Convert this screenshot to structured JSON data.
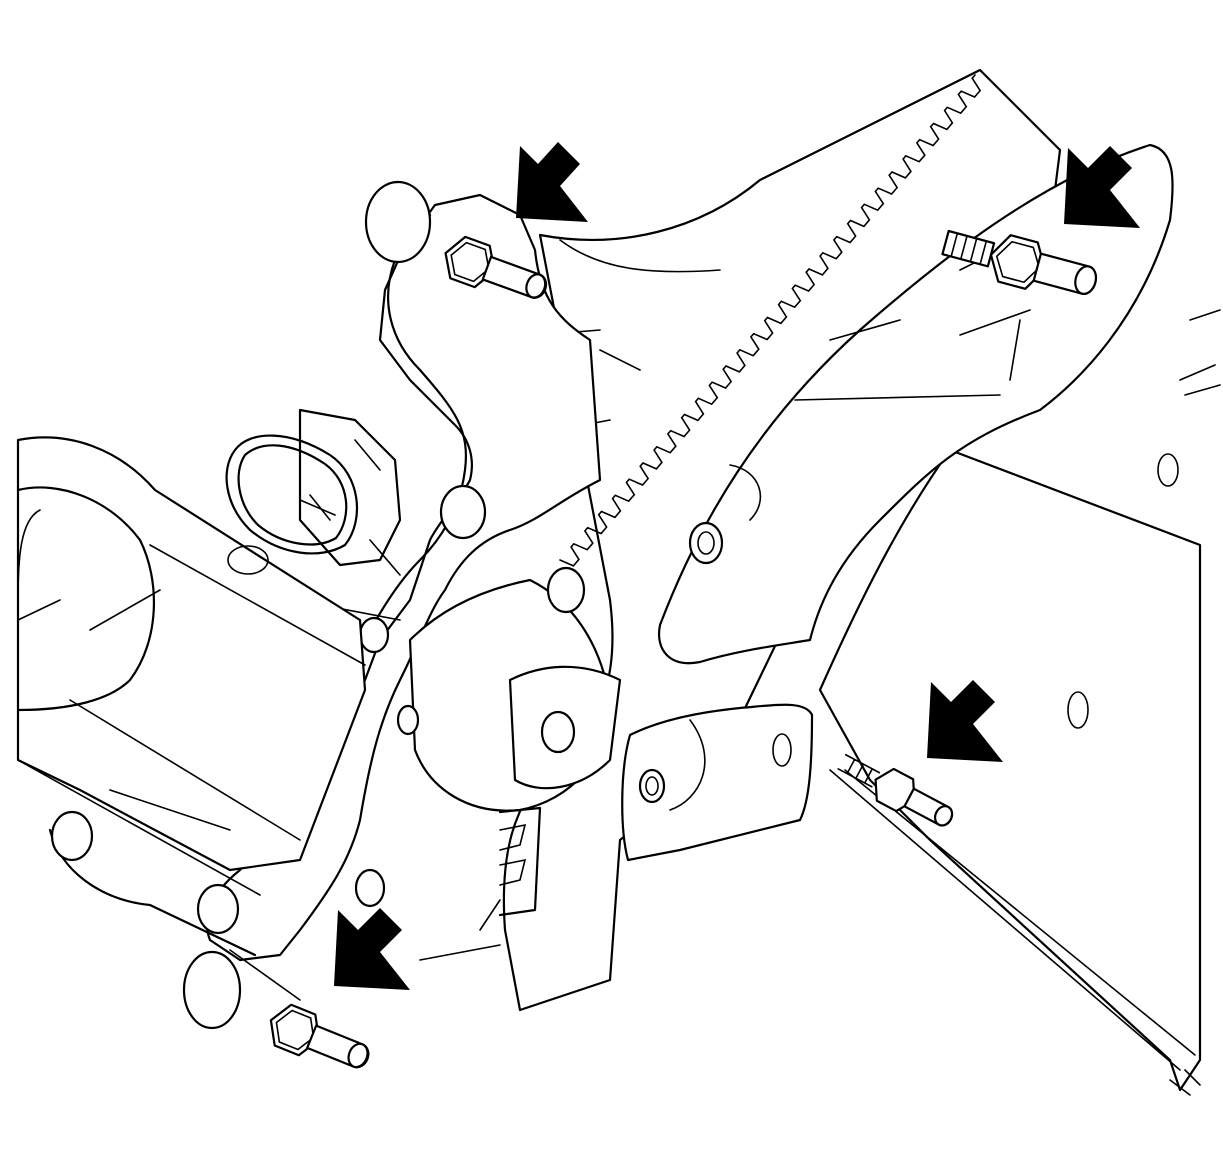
{
  "diagram": {
    "parts": [
      {
        "id": "window-motor",
        "icon": "motor-icon"
      },
      {
        "id": "motor-connector",
        "icon": "connector-icon"
      },
      {
        "id": "sector-gear",
        "icon": "gear-icon"
      },
      {
        "id": "regulator-arm",
        "icon": "arm-icon"
      },
      {
        "id": "mounting-bolt",
        "count": 4,
        "icon": "bolt-icon"
      }
    ],
    "callouts": [
      {
        "id": "arrow-top-center",
        "points_to": "mounting-bolt",
        "icon": "arrow-icon"
      },
      {
        "id": "arrow-top-right",
        "points_to": "mounting-bolt",
        "icon": "arrow-icon"
      },
      {
        "id": "arrow-mid-right",
        "points_to": "mounting-bolt",
        "icon": "arrow-icon"
      },
      {
        "id": "arrow-bottom-left",
        "points_to": "mounting-bolt",
        "icon": "arrow-icon"
      }
    ],
    "colors": {
      "line": "#000000",
      "background": "#ffffff",
      "callout": "#000000"
    }
  }
}
